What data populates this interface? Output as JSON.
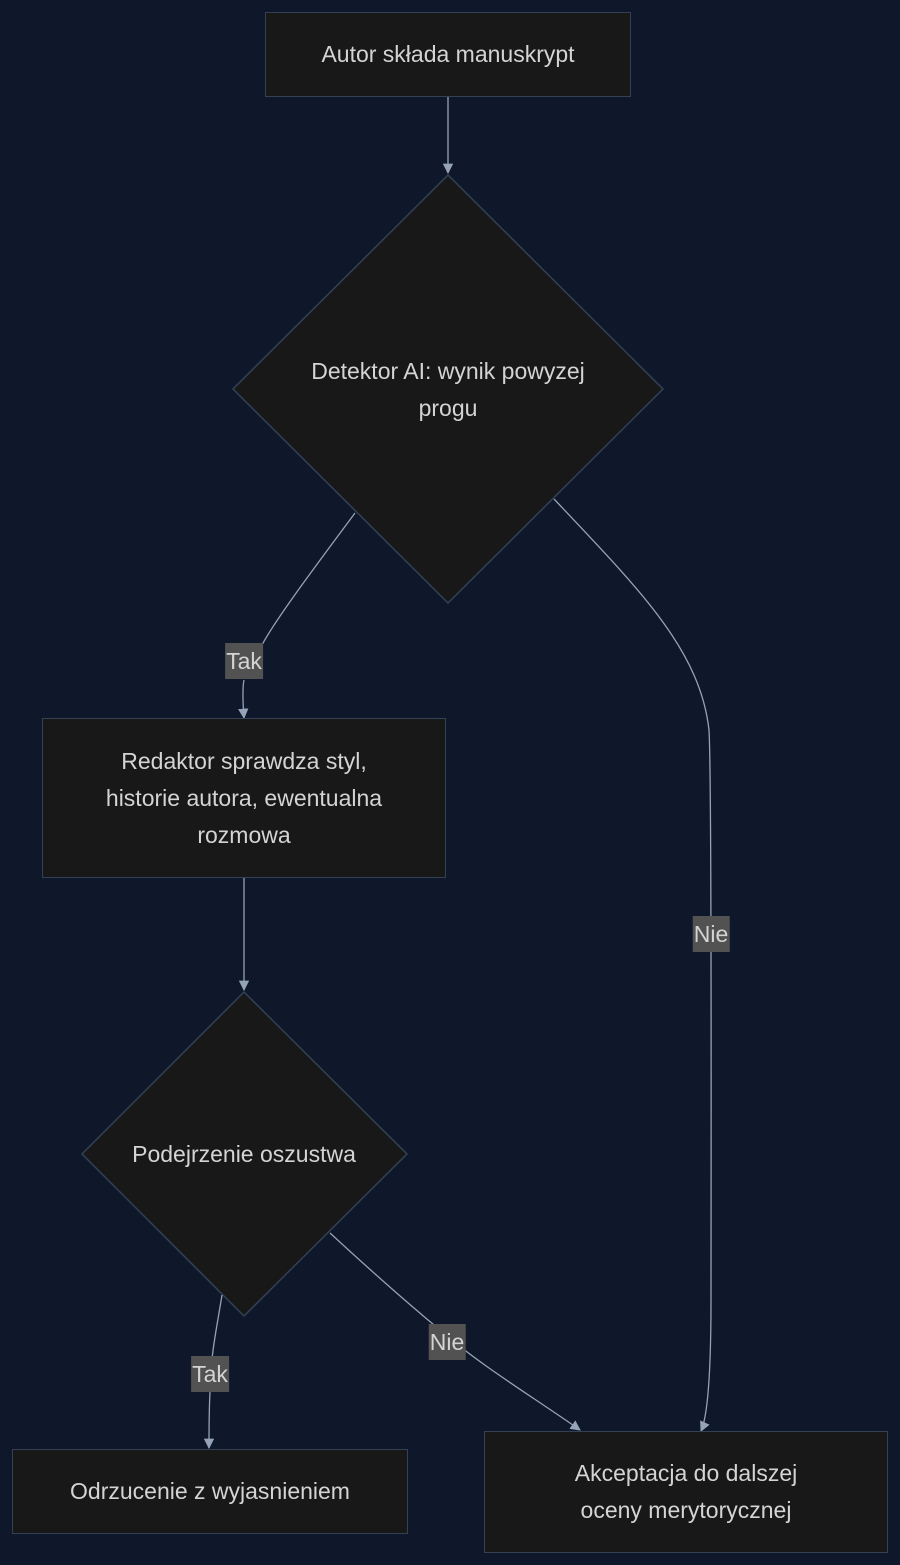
{
  "colors": {
    "background": "#0f172a",
    "node_fill": "#181818",
    "node_border": "#334155",
    "edge": "#94a3b8",
    "label_bg": "#525252",
    "text": "#d4d4d4"
  },
  "nodes": {
    "start": "Autor składa manuskrypt",
    "ai_detector": "Detektor AI: wynik powyzej progu",
    "editor_check": "Redaktor sprawdza styl, historie autora, ewentualna rozmowa",
    "fraud_suspicion": "Podejrzenie oszustwa",
    "reject": "Odrzucenie z wyjasnieniem",
    "accept": "Akceptacja do dalszej oceny merytorycznej"
  },
  "edges": {
    "detector_yes": "Tak",
    "detector_no": "Nie",
    "fraud_yes": "Tak",
    "fraud_no": "Nie"
  }
}
